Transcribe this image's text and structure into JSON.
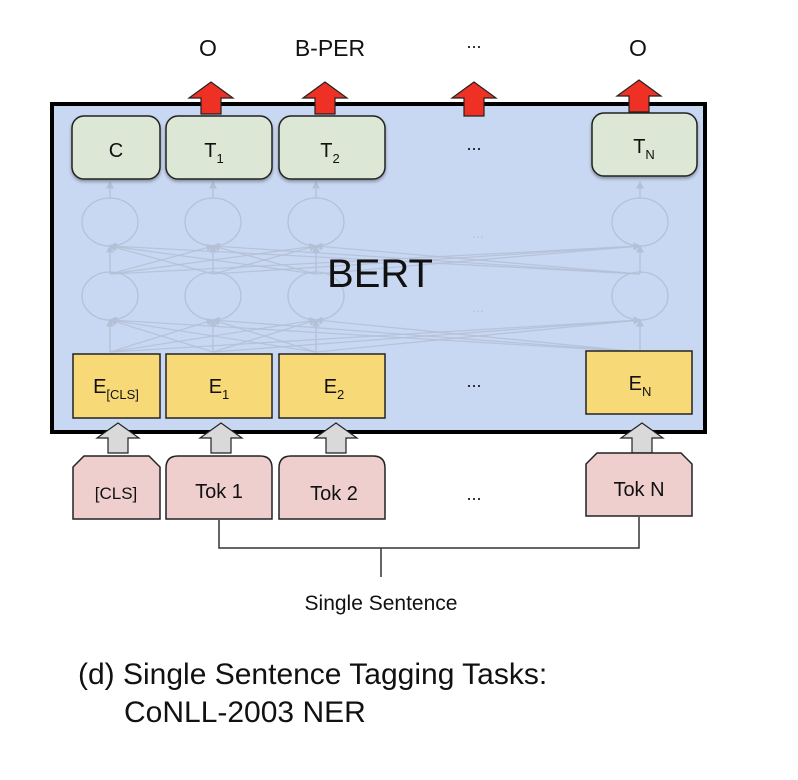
{
  "model_label": "BERT",
  "outputs": [
    "O",
    "B-PER",
    "...",
    "O"
  ],
  "top_row": [
    {
      "main": "C",
      "sub": ""
    },
    {
      "main": "T",
      "sub": "1"
    },
    {
      "main": "T",
      "sub": "2"
    },
    {
      "main": "...",
      "sub": ""
    },
    {
      "main": "T",
      "sub": "N"
    }
  ],
  "embedding_row": [
    {
      "main": "E",
      "sub": "[CLS]"
    },
    {
      "main": "E",
      "sub": "1"
    },
    {
      "main": "E",
      "sub": "2"
    },
    {
      "main": "...",
      "sub": ""
    },
    {
      "main": "E",
      "sub": "N"
    }
  ],
  "tokens": [
    "[CLS]",
    "Tok 1",
    "Tok 2",
    "...",
    "Tok N"
  ],
  "hidden_ellipsis": "...",
  "input_label": "Single Sentence",
  "caption": {
    "line1": "(d) Single Sentence Tagging Tasks:",
    "line2": "CoNLL-2003 NER"
  },
  "colors": {
    "bert_fill": "#c9d8f2",
    "output_box_fill": "#dce8d5",
    "embedding_fill": "#f8d978",
    "token_fill": "#efcfce",
    "output_arrow": "#ee3124",
    "input_arrow": "#d9d9d9",
    "network_stroke": "#b4c0d6"
  }
}
